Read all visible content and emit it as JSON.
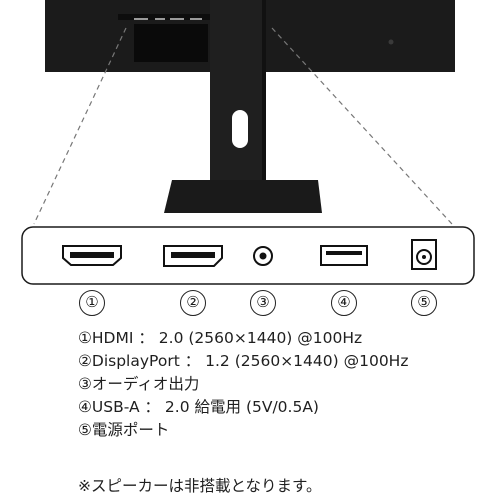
{
  "port_markers": [
    "①",
    "②",
    "③",
    "④",
    "⑤"
  ],
  "specs": [
    {
      "marker": "①",
      "text": "HDMI ： 2.0 (2560×1440) @100Hz"
    },
    {
      "marker": "②",
      "text": "DisplayPort ： 1.2 (2560×1440) @100Hz"
    },
    {
      "marker": "③",
      "text": "オーディオ出力"
    },
    {
      "marker": "④",
      "text": "USB-A ： 2.0 給電用 (5V/0.5A)"
    },
    {
      "marker": "⑤",
      "text": "電源ポート"
    }
  ],
  "note": "※スピーカーは非搭載となります。",
  "icons": [
    "hdmi-port-icon",
    "displayport-port-icon",
    "audio-jack-icon",
    "usb-a-port-icon",
    "dc-power-port-icon"
  ]
}
